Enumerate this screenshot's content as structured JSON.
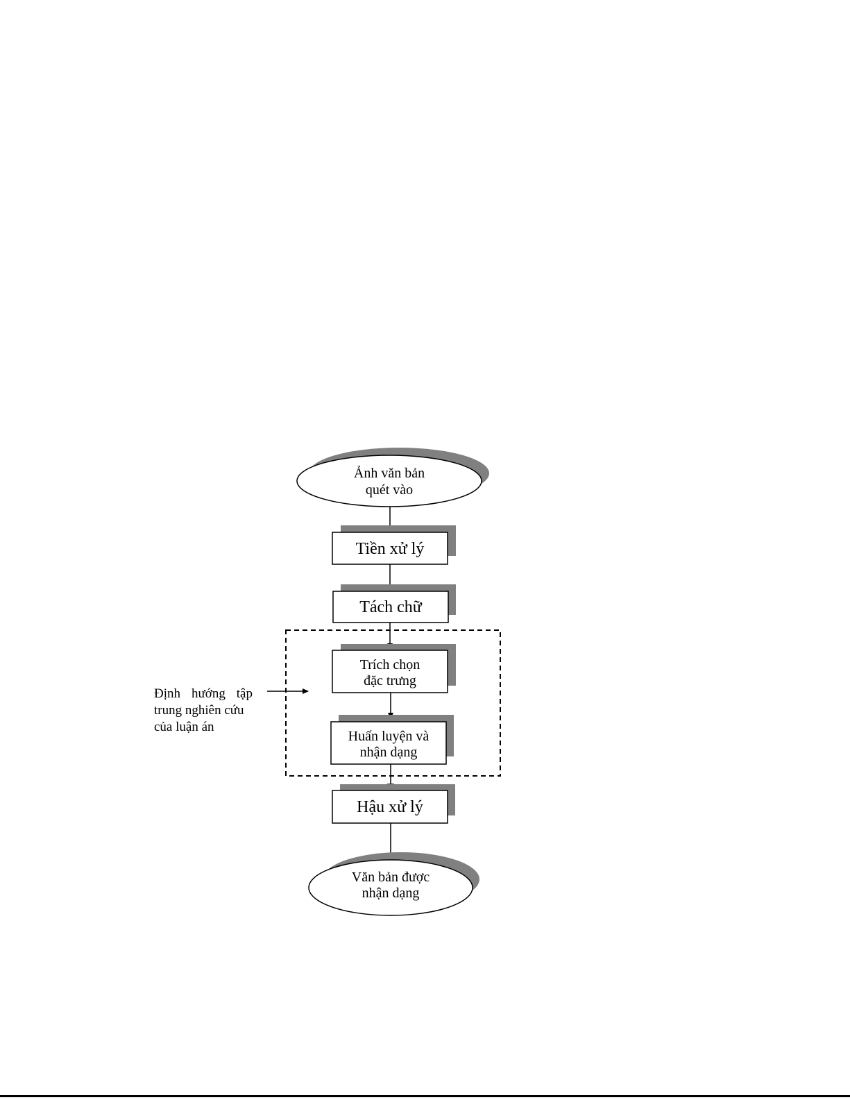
{
  "diagram": {
    "nodes": [
      {
        "id": "input",
        "shape": "ellipse",
        "lines": [
          "Ảnh văn bản",
          "quét vào"
        ]
      },
      {
        "id": "preprocess",
        "shape": "box",
        "lines": [
          "Tiền xử lý"
        ]
      },
      {
        "id": "segmentation",
        "shape": "box",
        "lines": [
          "Tách chữ"
        ]
      },
      {
        "id": "feature-extraction",
        "shape": "box",
        "lines": [
          "Trích chọn",
          "đặc trưng"
        ]
      },
      {
        "id": "training-recognition",
        "shape": "box",
        "lines": [
          "Huấn luyện và",
          "nhận dạng"
        ]
      },
      {
        "id": "postprocess",
        "shape": "box",
        "lines": [
          "Hậu xử lý"
        ]
      },
      {
        "id": "output",
        "shape": "ellipse",
        "lines": [
          "Văn bản được",
          "nhận dạng"
        ]
      }
    ],
    "edges": [
      {
        "from": "input",
        "to": "preprocess"
      },
      {
        "from": "preprocess",
        "to": "segmentation"
      },
      {
        "from": "segmentation",
        "to": "feature-extraction"
      },
      {
        "from": "feature-extraction",
        "to": "training-recognition"
      },
      {
        "from": "training-recognition",
        "to": "postprocess"
      },
      {
        "from": "postprocess",
        "to": "output"
      }
    ],
    "focus_group": [
      "feature-extraction",
      "training-recognition"
    ],
    "annotation": {
      "lines": [
        "Định hướng tập",
        "trung nghiên cứu",
        "của luận án"
      ]
    },
    "colors": {
      "shadow": "#808080",
      "stroke": "#000000"
    }
  }
}
